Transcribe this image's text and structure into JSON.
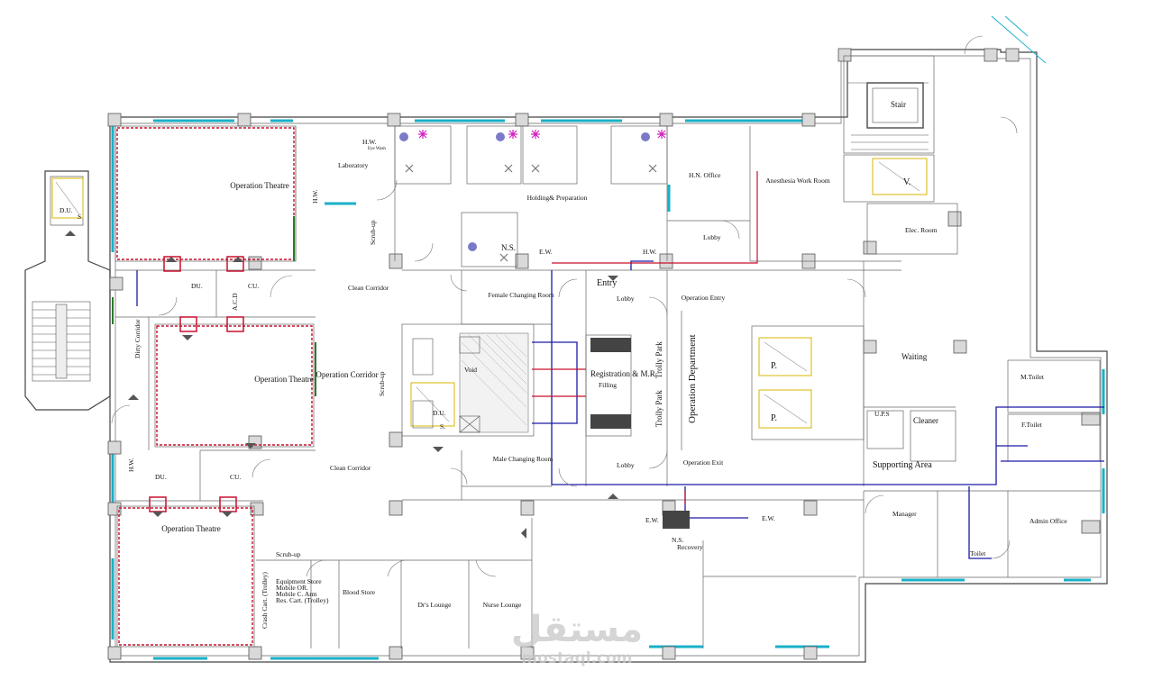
{
  "rooms": {
    "operation_theatre": "Operation Theatre",
    "operation_theatre_2": "Operation Theatre",
    "operation_theatre_3": "Operation Theatre",
    "du": "DU.",
    "cu": "CU.",
    "du2": "DU.",
    "cu2": "CU.",
    "acd": "A.C.D",
    "dirty_corridor": "Dirty Corridor",
    "hw_left": "H.W.",
    "operation_corridor": "Operation Corridor",
    "clean_corridor_top": "Clean Corridor",
    "clean_corridor_bottom": "Clean Corridor",
    "scrub_up_1": "Scrub-up",
    "scrub_up_2": "Scrub-up",
    "scrub_up_3": "Scrub-up",
    "hw_lab": "H.W.",
    "eye_wash": "Eye Wash",
    "laboratory": "Laboratory",
    "hw_vertical": "H.W.",
    "holding": "Holding& Preparation",
    "ns_top": "N.S.",
    "ew": "E.W.",
    "hw_entry": "H.W.",
    "entry": "Entry",
    "hn_office": "H.N. Office",
    "anesthesia": "Anesthesia Work Room",
    "lobby_top": "Lobby",
    "stair": "Stair",
    "v": "V.",
    "elec_room": "Elec. Room",
    "female_changing": "Female Changing Room",
    "void": "Void",
    "lobby_mid": "Lobby",
    "registration": "Registration & M.R.",
    "filling": "Filling",
    "trolly_park_1": "Trolly Park",
    "trolly_park_2": "Trolly Park",
    "operation_entry": "Operation Entry",
    "operation_department": "Operation Department",
    "p1": "P.",
    "p2": "P.",
    "waiting": "Waiting",
    "ups": "U.P.S",
    "cleaner": "Cleaner",
    "supporting_area": "Supporting Area",
    "m_toilet": "M.Toilet",
    "f_toilet": "F.Toilet",
    "male_changing": "Male Changing Room",
    "lobby_bottom": "Lobby",
    "operation_exit": "Operation Exit",
    "ew_bottom": "E.W.",
    "ew_bottom2": "E.W.",
    "ns_bottom": "N.S.",
    "recovery": "Recovery",
    "manager": "Manager",
    "toilet": "Toilet",
    "admin_office": "Admin Office",
    "equipment_store": "Equipment Store",
    "mobile_or": "Mobile OR.",
    "mobile_c_arm": "Mobile C. Arm",
    "res_cart": "Res. Cart. (Trolley)",
    "crash_cart": "Crash Cart. (Trolley)",
    "blood_store": "Blood Store",
    "drs_lounge": "Dr's Lounge",
    "nurse_lounge": "Nurse Lounge",
    "du_stair": "D.U.",
    "du_stair_s": "S",
    "d_u_void": "D.U.",
    "d_u_void_s": "S."
  },
  "watermark": {
    "logo": "مستقل",
    "site": "mostaql.com"
  },
  "colors": {
    "wall": "#444444",
    "window": "#18b0c8",
    "radiation_shield": "#c8102e",
    "pipe": "#1a1aa8",
    "accent_magenta": "#d020c0",
    "accent_yellow": "#d8b400"
  }
}
